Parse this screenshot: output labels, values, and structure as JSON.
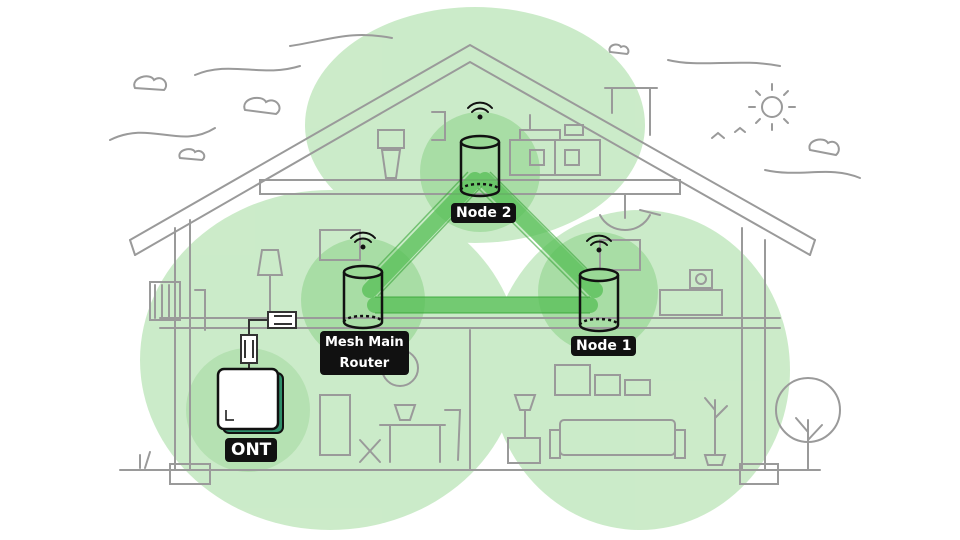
{
  "diagram": {
    "devices": {
      "ont": {
        "label": "ONT"
      },
      "main_router": {
        "label_line1": "Mesh Main",
        "label_line2": "Router"
      },
      "node1": {
        "label": "Node 1"
      },
      "node2": {
        "label": "Node 2"
      }
    },
    "colors": {
      "coverage": "#b9e3b6",
      "coverage_strong": "#8fd58a",
      "backhaul": "#5bc45a",
      "house_lines": "#9a9a9a",
      "device_outline": "#111111",
      "ont_accent": "#2f8f6a"
    }
  }
}
